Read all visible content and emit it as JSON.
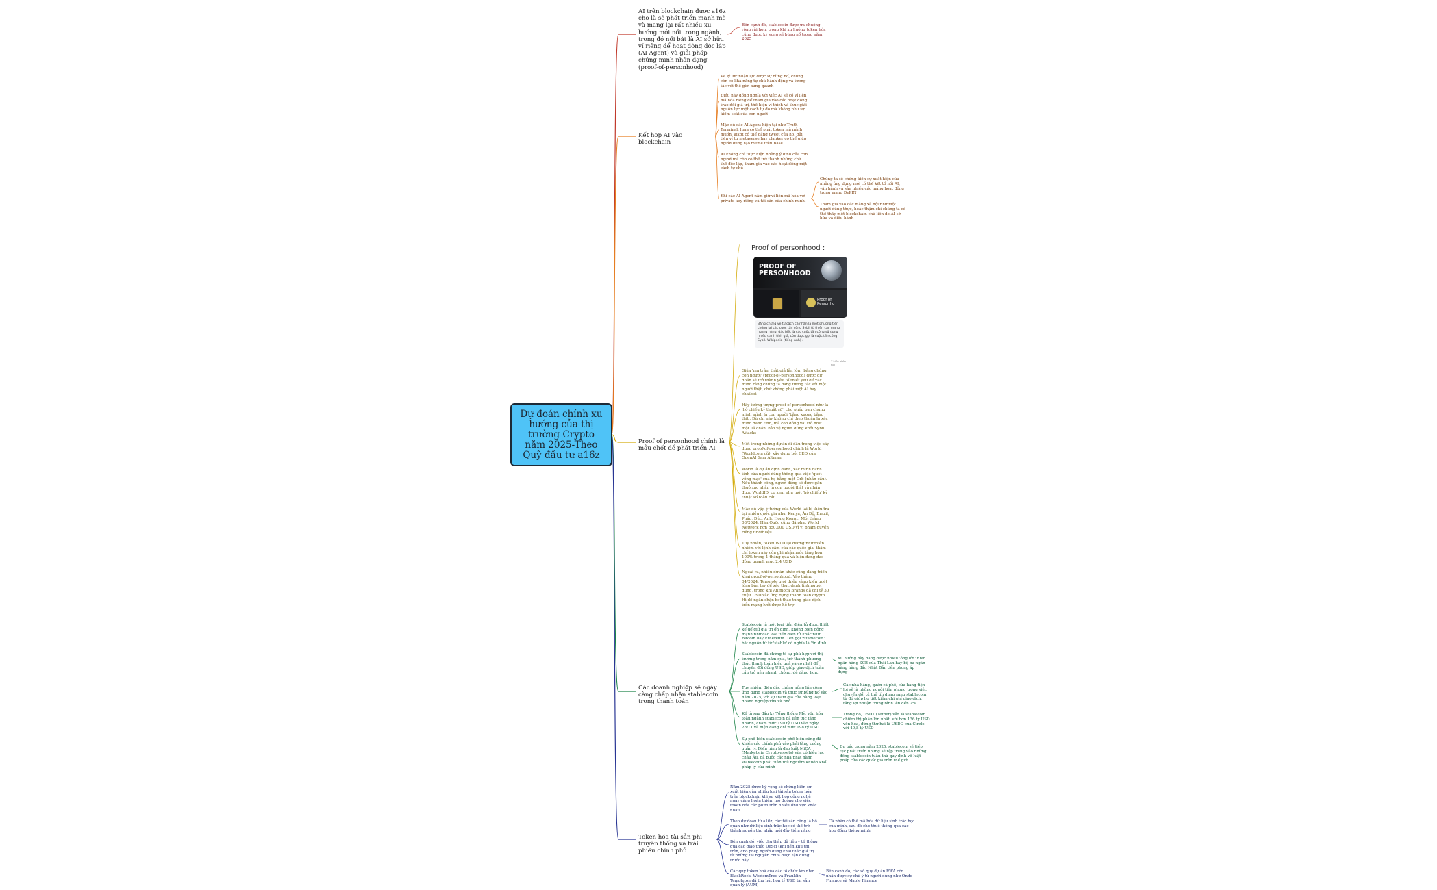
{
  "root": "Dự đoán chính xu hướng của thị trường Crypto năm 2025-Theo Quỹ đầu tư a16z",
  "colors": {
    "root_fill": "#4fc3f7",
    "root_border": "#1d2a36",
    "branch_red": "#c0392b",
    "branch_orange": "#e67e22",
    "branch_gold": "#d4ac0d",
    "branch_green": "#1e8449",
    "branch_navy": "#283593"
  },
  "branches": [
    {
      "id": "b1",
      "color": "red",
      "topic": "AI trên blockchain được a16z cho là sẽ phát triển mạnh mẽ và mang lại rất nhiều xu hướng mới nổi trong ngành, trong đó nổi bật là AI sở hữu ví riêng để hoạt động độc lập (AI Agent) và giải pháp chứng minh nhân dạng (proof-of-personhood)",
      "leaves": [
        {
          "text": "Bên cạnh đó, stablecoin được ưa chuộng rộng rãi hơn, trong khi xu hướng token hóa cũng được kỳ vọng sẽ bùng nổ trong năm 2025"
        }
      ]
    },
    {
      "id": "b2",
      "color": "orange",
      "topic": "Kết hợp AI vào blockchain",
      "leaves": [
        {
          "text": "Về lý lực nhận lực được sự bùng nổ, chúng còn có khả năng tự chủ hành động và tương tác với thế giới xung quanh"
        },
        {
          "text": "Điều này đồng nghĩa với việc AI sẽ có ví liên mã hóa riêng để tham gia vào các hoạt động trao đổi giá trị, thế hiện ví thích và thúc giải nguồn lực một cách tự do mà không nhu sự kiểm soát của con người"
        },
        {
          "text": "Mặc dù các AI Agent hiện tại như Truth Terminal, luna có thể phát token mà mình muốn, aixbt có thể đăng tweet của họ, gửi tiền ví tự metaverse hay clanker có thể giúp người dùng tạo meme trên Base"
        },
        {
          "text": "AI không chỉ thực hiện những ý định của con người mà còn có thể trở thành những chủ thể độc lập, tham gia vào các hoạt động một cách tự chủ"
        },
        {
          "text": "Khi các AI Agent nắm giữ ví liên mã hóa với private key riêng và tài sản của chính mình,",
          "children": [
            {
              "text": "Chúng ta sẽ chứng kiến sự xuất hiện của những ứng dụng mới có thể kết tổ nối AI, vận hành và sản nhiều các mảng hoạt động trong mạng DePIN"
            },
            {
              "text": "Tham gia vào các mảng xã hội như một người dùng thực, hoặc thậm chí chúng ta có thể thấy một blockchain chủ liên do AI sở hữu và điều hành"
            }
          ]
        }
      ]
    },
    {
      "id": "b3",
      "color": "gold",
      "topic": "Proof of personhood chính là mảu chốt để phát triển AI",
      "card": {
        "title": "Proof of personhood :",
        "hero_line1": "PROOF OF",
        "hero_line2": "PERSONHOOD",
        "thumb_text": "Proof of Personho",
        "description": "Bằng chứng về tư cách cá nhân là một phương tiện chống lại các cuộc tấn công Sybil từ thiện các mạng ngang hàng, đặc biệt là các cuộc tấn công sử dụng nhiều danh tính giả, còn được gọi là cuộc tấn công Sybil. Wikipedia (tiếng Anh) ›",
        "footer": "Ý kiến phản hồi"
      },
      "leaves": [
        {
          "text": "Giữa 'ma trận' thật giả lẫn lộn, 'bằng chứng con người' (proof-of-personhood) được dự đoán sẽ trở thành yêu tố thiết yếu để xác minh rằng chúng ta đang tương tác với một người thật, chứ không phải một AI hay chatbot"
        },
        {
          "text": "Hãy tưởng tượng proof-of-personhood như là 'hộ chiếu kỹ thuật số', cho phép bạn chứng minh mình là con người 'bằng xương bằng thịt'. Dù chỉ này không chỉ theo thuận là xác minh danh tính, mà còn đóng vai trò như một 'lá chắn' bảo vệ người dùng khỏi Sybil Attacks"
        },
        {
          "text": "Một trong những dự án đi đầu trong việc xây dựng proof-of-personhood chính là World (Worldcoin cũ), xây dựng bởi CEO của OpenAI Sam Altman"
        },
        {
          "text": "World là dự án định danh, xác minh danh tính của người dùng thông qua việc 'quét võng mạc' của họ bằng một Orb (nhãn cầu). Nếu thành công, người dùng sẽ được gắn thưở xác nhận là con người thật và nhận được WorldID, cơ xem như một 'hộ chiếu' kỹ thuật số toàn cầu"
        },
        {
          "text": "Mặc dù vậy, ý tưởng của World lại bị thêu tra tại nhiều quốc gia như: Kenya, Ấn Độ, Brazil, Pháp, Đức, Anh, Hong Kong... Mới tháng 08/2024, Hàn Quốc cũng đã phạt World Network hơn 850.000 USD vì vi phạm quyền riêng tư dữ liệu"
        },
        {
          "text": "Tuy nhiên, token WLD lại đương như miễn nhiễm với lệnh cấm của các quốc gia, thậm chí token này còn ghi nhận mức tăng hơn 100% trong 1 tháng qua và hiện đang dao động quanh mức 2,4 USD"
        },
        {
          "text": "Ngoài ra, nhiều dự án khác cũng đang triển khai proof-of-personhood. Vào tháng 04/2024, Tensnote giới thiệu sáng kiến quét lòng bàn tay để xác thực danh tính người dùng, trong khi Animoca Brands đã chi tỷ 30 triệu USD vào ứng dụng thanh toán crypto Hi để ngăn chặn bot thao túng giao dịch trên mạng lưới được hỗ trợ"
        }
      ]
    },
    {
      "id": "b4",
      "color": "green",
      "topic": "Các doanh nghiệp sẽ ngày càng chấp nhận stablecoin trong thanh toán",
      "leaves": [
        {
          "text": "Stablecoin là một loại tiền điện tử được thiết kế để giữ giá trị ổn định, không biến động mạnh như các loại tiền điện tử khác như Bitcoin hay Ethereum. Tên gọi 'Stablecoin' bắt nguồn từ từ 'stable' có nghĩa là 'ổn định'"
        },
        {
          "text": "Stablecoin đã chứng tỏ sự phù hợp với thị trường trong năm qua, trở thành phương thức thanh toán hiệu quả và có nhất để chuyển đổi đồng USD, giúp giao dịch toàn cầu trở nên nhanh chóng, dễ dàng hơn.",
          "children": [
            {
              "text": "Xu hướng này đang được nhiều 'ông lớn' như ngân hàng SCB của Thái Lan hay bộ ba ngân hàng hàng đầu Nhật Bản tiên phong áp dụng"
            }
          ]
        },
        {
          "text": "Tuy nhiên, điều đặc chúng nông lần công ứng dụng stablecoin và thực sự bùng nổ vào năm 2025, với sự tham gia của hàng loạt doanh nghiệp vừa và nhỏ",
          "children": [
            {
              "text": "Các nhà hàng, quán cà phê, cửa hàng tiện lợi sẽ là những người tiên phong trong việc chuyển đổi từ thẻ tín dụng sang stablecoin, từ đó giúp họ tiết kiệm chi phí giao dịch, tăng lợi nhuận trung bình lên đến 2%"
            }
          ]
        },
        {
          "text": "Kể từ sau đầu kỳ Tổng thống Mỹ, vốn hóa toàn ngành stablecoin đã liên tục tăng nhanh, chạm mức 190 tỷ USD vào ngày 28/11 và hiện đang chỉ mức 198 tỷ USD",
          "children": [
            {
              "text": "Trong đó, USDT (Tether) vẫn là stablecoin chiếm thị phần lớn nhất, với hơn 136 tỷ USD vốn hóa, đứng thứ hai là USDC của Circle với 40,8 tỷ USD"
            }
          ]
        },
        {
          "text": "Sự phổ biến stablecoin phổ biến cũng đã khiến các chính phủ vào phải tăng cường quản lý. Điển hình là đạo luật MiCA (Markets in Crypto-assets) vừa có hiệu lực châu Âu, đã buộc các nhà phát hành stablecoin phải tuân thủ nghiêm khuôn khổ pháp lý của mình",
          "children": [
            {
              "text": "Dự báo trong năm 2025, stablecoin sẽ tiếp tục phát triển nhưng sẽ tập trung vào những đồng stablecoin tuân thủ quy định về luật pháp của các quốc gia trên thế giới"
            }
          ]
        }
      ]
    },
    {
      "id": "b5",
      "color": "navy",
      "topic": "Token hóa tài sản phi truyền thống và trái phiếu chính phủ",
      "leaves": [
        {
          "text": "Năm 2025 được kỳ vọng sẽ chứng kiến sự xuất hiện của nhiều loại tài sản token hóa trên blockchain khi sự kết hợp công nghệ ngày càng hoàn thiện, mở đường cho việc token hóa các phim trên nhiều lĩnh vực khác nhau"
        },
        {
          "text": "Theo dự đoán từ a16z, các tài sản cũng là hồ quán như dữ liệu sinh trắc học có thể trở thành nguồn thu nhập mới đây tiềm năng",
          "children": [
            {
              "text": "Cá nhân có thể mã hóa dữ liệu sinh trắc học của mình, sau đó cho thuê thông qua các hợp đồng thông minh"
            }
          ]
        },
        {
          "text": "Bên cạnh đó, việc thu thập dữ liệu y tế thông qua các giao thức DeSci (khi nền khu thị trên, cho phép người dùng khai thác giá trị từ những tài nguyên chưa được tận dụng trước đây"
        },
        {
          "text": "Các quỹ token hoá của các tổ chức lớn như BlackRock, WisdomTree và Franklin Templeton đã thu hút hơn tỷ USD tài sản quản lý (AUM)",
          "children": [
            {
              "text": "Bên cạnh đó, các số quỹ dự án RWA còn nhận được sự chú ý từ người dùng như Ondo Finance và Maple Finance"
            }
          ]
        }
      ]
    }
  ]
}
